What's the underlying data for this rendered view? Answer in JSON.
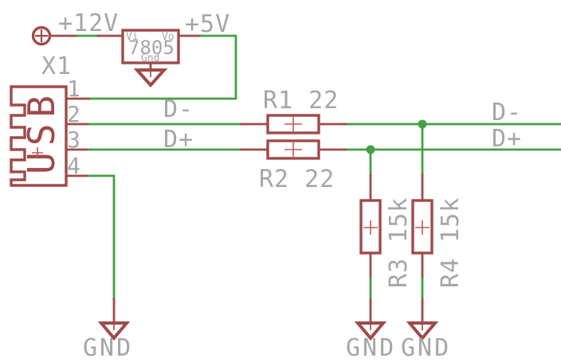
{
  "colors": {
    "component_red": "#A04A4A",
    "net_green": "#44A044",
    "label_gray": "#A6A6A6",
    "origin_cross_red": "#C25A5A",
    "background": "#FFFFFF"
  },
  "power_12v": {
    "label": "+12V"
  },
  "power_5v": {
    "label": "+5V"
  },
  "regulator": {
    "value": "7805",
    "pin_input": "Vi",
    "pin_output": "Vo",
    "pin_ground": "Gnd"
  },
  "usb_connector": {
    "designator": "X1",
    "value": "USB",
    "pins": [
      "1",
      "2",
      "3",
      "4"
    ]
  },
  "net_labels": {
    "d_minus_left": "D-",
    "d_plus_left": "D+",
    "d_minus_right": "D-",
    "d_plus_right": "D+"
  },
  "resistors": {
    "r1": "R1 22",
    "r2": "R2 22",
    "r3": "R3 15k",
    "r4": "R4 15k"
  },
  "ground_labels": {
    "usb": "GND",
    "r3": "GND",
    "r4": "GND"
  }
}
